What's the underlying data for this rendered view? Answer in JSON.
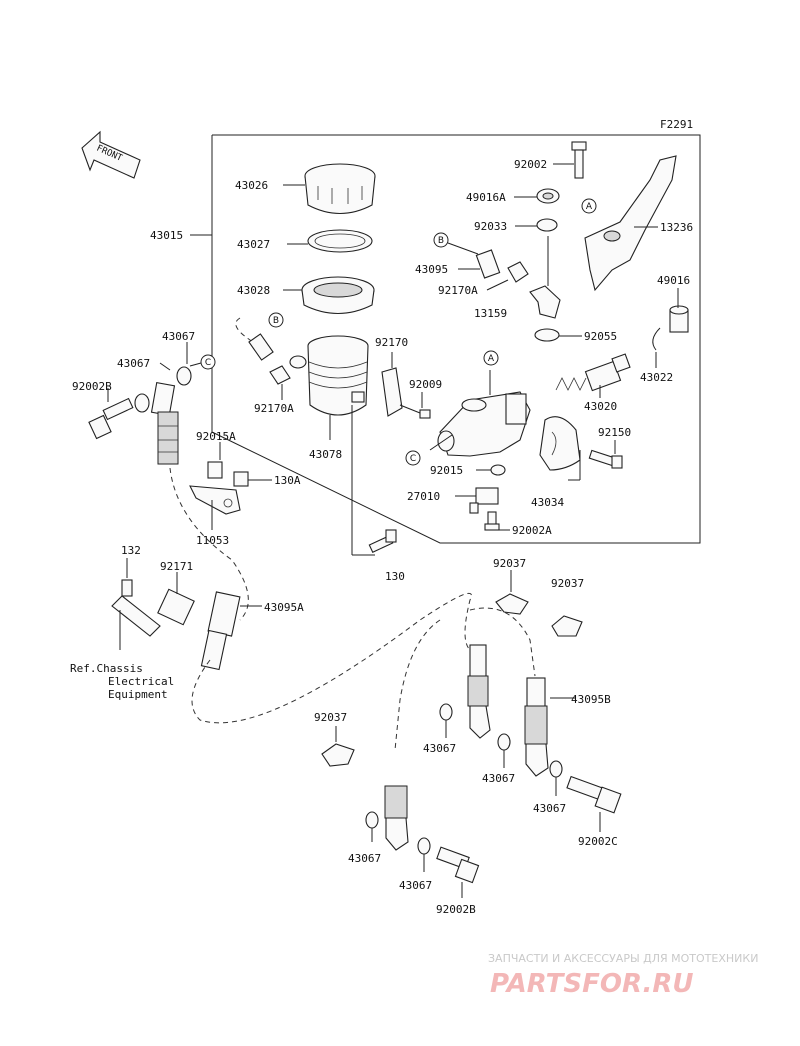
{
  "diagram_code": "F2291",
  "front_arrow": "FRONT",
  "parts": {
    "p43026": "43026",
    "p43027": "43027",
    "p43028": "43028",
    "p43015": "43015",
    "p43067a": "43067",
    "p43067b": "43067",
    "p92002B_top": "92002B",
    "p92170": "92170",
    "p92009": "92009",
    "p92170A": "92170A",
    "p43078": "43078",
    "p92015A": "92015A",
    "p130A": "130A",
    "p11053": "11053",
    "p130": "130",
    "p92002": "92002",
    "p49016A": "49016A",
    "p92033": "92033",
    "p43095": "43095",
    "p92170A_r": "92170A",
    "p13159": "13159",
    "p13236": "13236",
    "p49016": "49016",
    "p92055": "92055",
    "p43022": "43022",
    "p43020": "43020",
    "p92150": "92150",
    "p92015": "92015",
    "p43034": "43034",
    "p27010": "27010",
    "p92002A": "92002A",
    "p132": "132",
    "p92171": "92171",
    "p43095A": "43095A",
    "p92037a": "92037",
    "p92037b": "92037",
    "p92037c": "92037",
    "p43095B": "43095B",
    "p43067c": "43067",
    "p43067d": "43067",
    "p43067e": "43067",
    "p43067f": "43067",
    "p43067g": "43067",
    "p92002C": "92002C",
    "p92002B_bot": "92002B"
  },
  "callouts": {
    "a1": "A",
    "a2": "A",
    "b1": "B",
    "b2": "B",
    "c1": "C",
    "c2": "C"
  },
  "reference_note": [
    "Ref.Chassis",
    "Electrical",
    "Equipment"
  ],
  "watermark": {
    "tagline": "ЗАПЧАСТИ И АКСЕССУАРЫ ДЛЯ МОТОТЕХНИКИ",
    "brand": "PARTSFOR.RU"
  }
}
